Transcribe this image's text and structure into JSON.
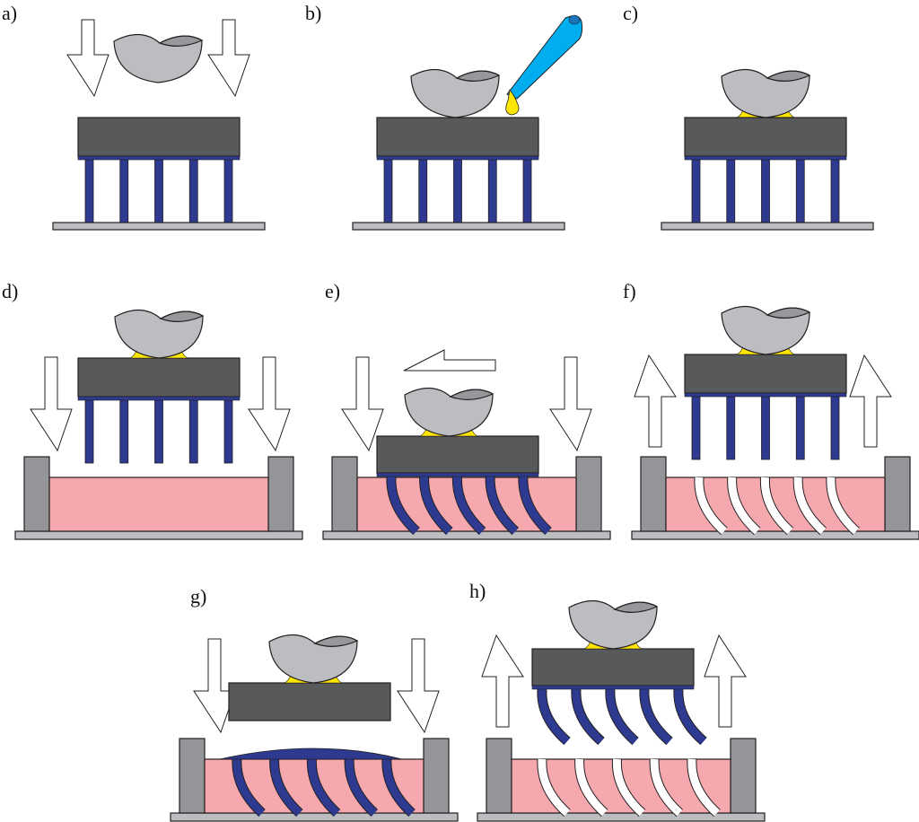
{
  "figure": {
    "description": "Fabrication process schematic of transferring micropillars with a bonded object into an elastomer substrate",
    "colors": {
      "object_fill": "#bcbdc0",
      "object_inner": "#97989b",
      "stamp_block": "#58595b",
      "pillar": "#2e3a8f",
      "base_plate": "#bcbdc0",
      "elastomer": "#f5a9ae",
      "wall": "#939598",
      "adhesive": "#ffe600",
      "dispenser": "#00aeef",
      "arrow_fill": "#ffffff",
      "outline": "#231f20"
    },
    "panels": [
      {
        "id": "a",
        "label": "a)",
        "step": "object lowered toward pillar stamp",
        "arrows": "down",
        "adhesive": false,
        "dispenser": false,
        "substrate": "base-plate",
        "pillars": "straight-on-plate"
      },
      {
        "id": "b",
        "label": "b)",
        "step": "object placed, adhesive dispensed",
        "arrows": "none",
        "adhesive": false,
        "dispenser": true,
        "substrate": "base-plate",
        "pillars": "straight-on-plate"
      },
      {
        "id": "c",
        "label": "c)",
        "step": "object bonded with adhesive",
        "arrows": "none",
        "adhesive": true,
        "dispenser": false,
        "substrate": "base-plate",
        "pillars": "straight-on-plate"
      },
      {
        "id": "d",
        "label": "d)",
        "step": "stamp lowered into elastomer bath",
        "arrows": "down",
        "adhesive": true,
        "dispenser": false,
        "substrate": "elastomer-empty",
        "pillars": "straight-hanging"
      },
      {
        "id": "e",
        "label": "e)",
        "step": "pillars embedded and sheared sideways",
        "arrows": "down-and-left",
        "adhesive": true,
        "dispenser": false,
        "substrate": "elastomer-bent-pillars",
        "pillars": "bent-embedded"
      },
      {
        "id": "f",
        "label": "f)",
        "step": "stamp lifted leaving bent cavities",
        "arrows": "up",
        "adhesive": true,
        "dispenser": false,
        "substrate": "elastomer-cavities",
        "pillars": "straight-hanging"
      },
      {
        "id": "g",
        "label": "g)",
        "step": "cavities filled, block lowered",
        "arrows": "down",
        "adhesive": true,
        "dispenser": false,
        "substrate": "elastomer-filled-with-cap",
        "pillars": "none"
      },
      {
        "id": "h",
        "label": "h)",
        "step": "bent pillars demolded",
        "arrows": "up",
        "adhesive": true,
        "dispenser": false,
        "substrate": "elastomer-cavities",
        "pillars": "bent-hanging"
      }
    ]
  }
}
